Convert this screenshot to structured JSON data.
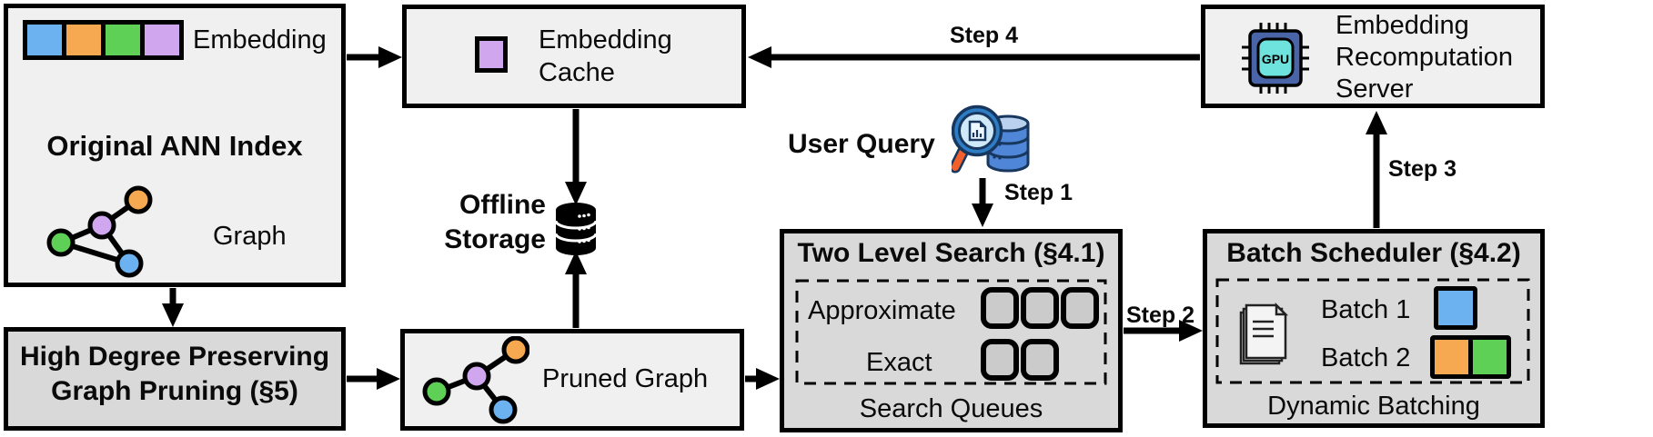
{
  "diagram": {
    "original_ann_index": {
      "title": "Original ANN Index",
      "embedding_label": "Embedding",
      "graph_label": "Graph"
    },
    "embedding_cache": {
      "title": "Embedding Cache"
    },
    "offline_storage": {
      "label": "Offline Storage"
    },
    "high_degree_pruning": {
      "title": "High Degree Preserving Graph Pruning (§5)"
    },
    "pruned_graph": {
      "label": "Pruned Graph"
    },
    "user_query": {
      "label": "User Query"
    },
    "two_level_search": {
      "title": "Two Level Search (§4.1)",
      "approximate_label": "Approximate",
      "exact_label": "Exact",
      "caption": "Search Queues"
    },
    "batch_scheduler": {
      "title": "Batch Scheduler (§4.2)",
      "batch1_label": "Batch 1",
      "batch2_label": "Batch 2",
      "caption": "Dynamic Batching"
    },
    "recomputation_server": {
      "title": "Embedding Recomputation Server",
      "gpu_chip_label": "GPU"
    },
    "steps": {
      "step1": "Step 1",
      "step2": "Step 2",
      "step3": "Step 3",
      "step4": "Step 4"
    },
    "colors": {
      "embedding_blue": "#6cb2f0",
      "embedding_orange": "#f6a950",
      "embedding_green": "#5dd055",
      "embedding_purple": "#d0a6ef",
      "box_light": "#f0f0f0",
      "box_gray": "#d9d9d9",
      "queue_square": "#cbcbcb",
      "gpu_body": "#4a64a8",
      "gpu_core": "#6ee3de",
      "query_db_fill": "#4f86d8",
      "query_db_top": "#b9d0ee",
      "query_outline": "#17375e",
      "magnifier_handle": "#f2612d",
      "outline": "#000000"
    }
  }
}
